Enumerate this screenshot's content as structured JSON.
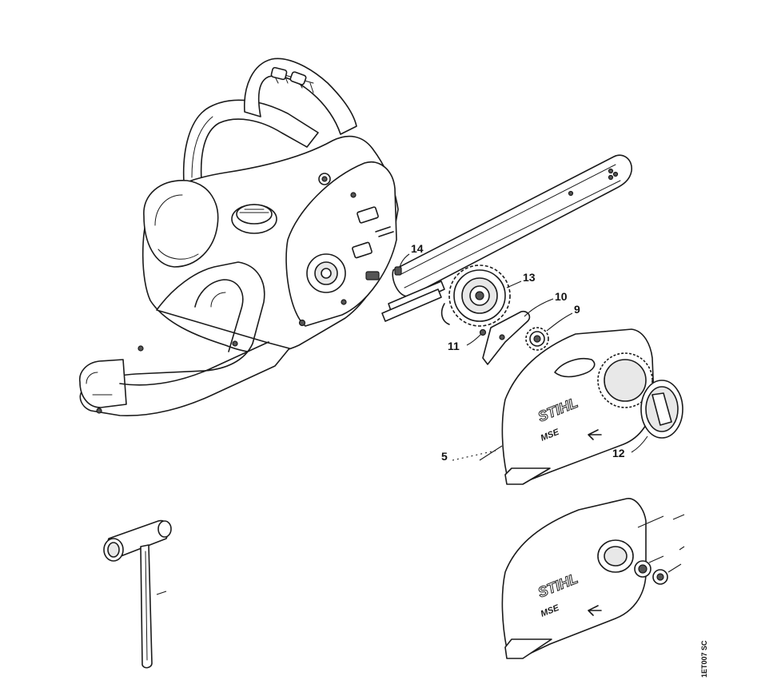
{
  "diagram": {
    "callouts": [
      {
        "id": "14",
        "label": "14"
      },
      {
        "id": "13",
        "label": "13"
      },
      {
        "id": "10",
        "label": "10"
      },
      {
        "id": "9",
        "label": "9"
      },
      {
        "id": "11",
        "label": "11"
      },
      {
        "id": "5",
        "label": "5"
      },
      {
        "id": "12",
        "label": "12"
      }
    ],
    "brand_upper": "STIHL",
    "model_upper": "MSE",
    "brand_lower": "STIHL",
    "model_lower": "MSE",
    "drawing_code": "1ET007 SC"
  },
  "colors": {
    "line": "#1a1a1a",
    "fill": "#ffffff",
    "shade": "#e8e8e8"
  }
}
